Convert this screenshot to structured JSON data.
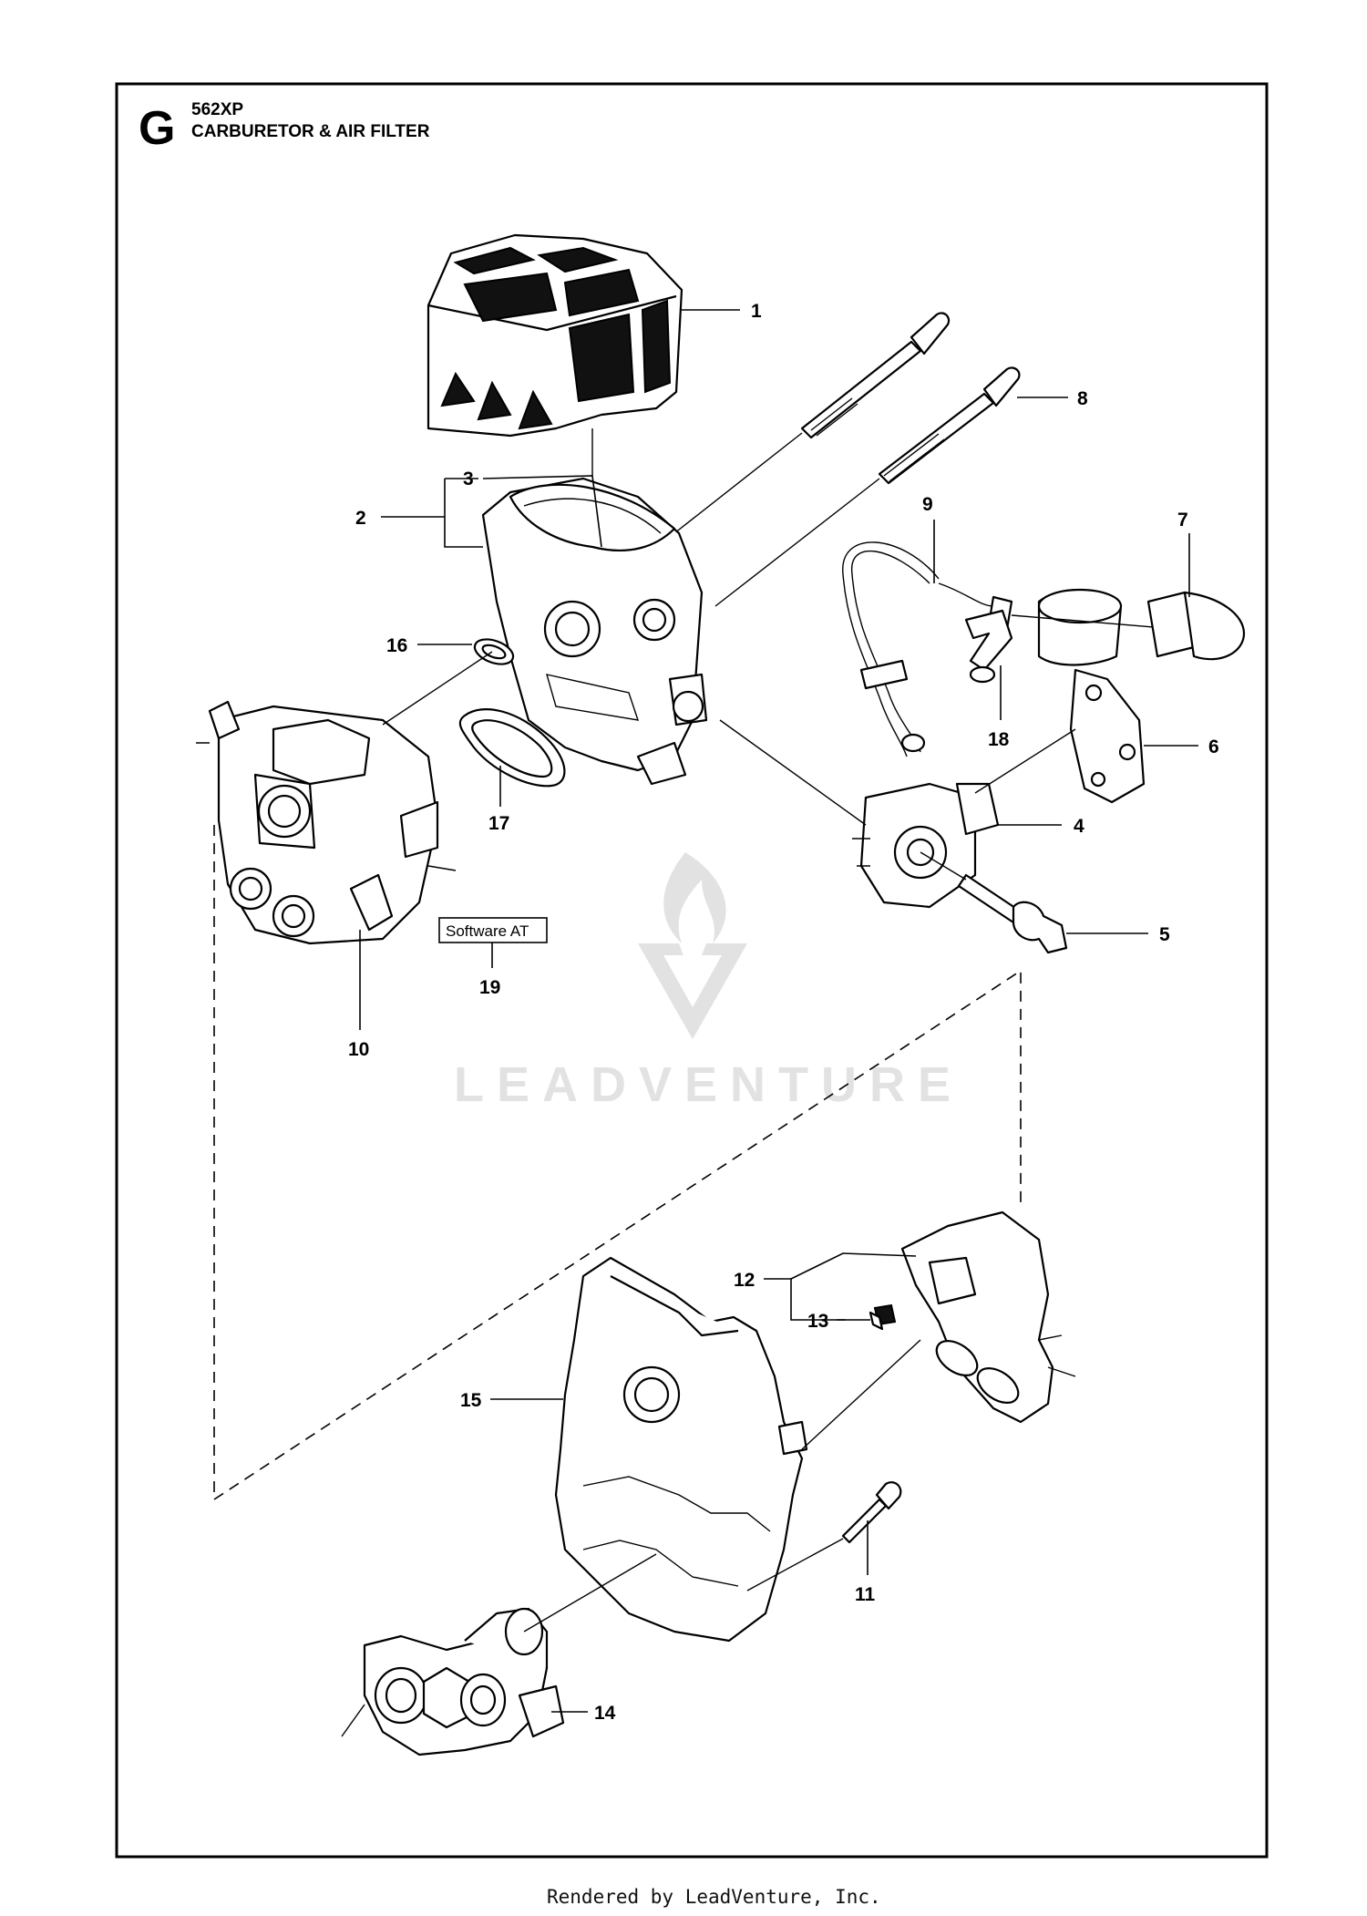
{
  "header": {
    "section_letter": "G",
    "model": "562XP",
    "title": "CARBURETOR & AIR FILTER"
  },
  "callouts": {
    "c1": "1",
    "c2": "2",
    "c3": "3",
    "c4": "4",
    "c5": "5",
    "c6": "6",
    "c7": "7",
    "c8": "8",
    "c9": "9",
    "c10": "10",
    "c11": "11",
    "c12": "12",
    "c13": "13",
    "c14": "14",
    "c15": "15",
    "c16": "16",
    "c17": "17",
    "c18": "18",
    "c19": "19"
  },
  "software_box": {
    "label": "Software AT"
  },
  "watermark": {
    "text": "LEADVENTURE"
  },
  "footer": {
    "text": "Rendered by LeadVenture, Inc."
  }
}
